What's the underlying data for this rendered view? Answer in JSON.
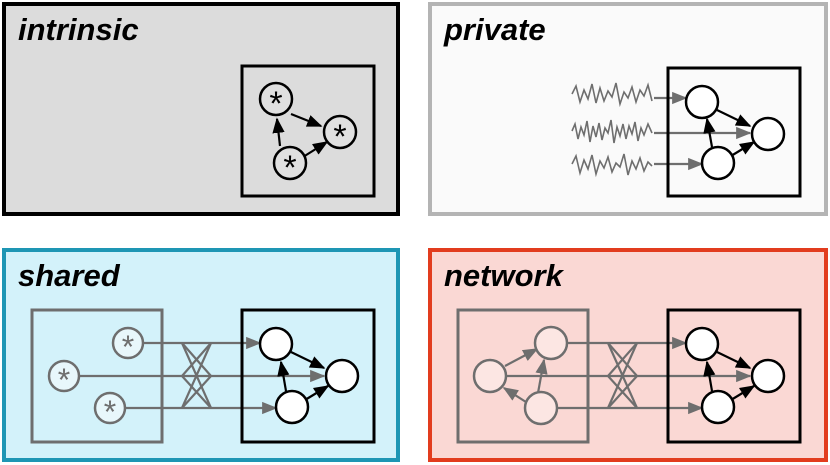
{
  "colors": {
    "intrinsic_bg": "#dcdcdc",
    "intrinsic_border": "#000000",
    "private_bg": "#fafafa",
    "private_border": "#b4b4b4",
    "shared_bg": "#d3f2fa",
    "shared_border": "#1e96b4",
    "network_bg": "#fad8d4",
    "network_border": "#e23c1e",
    "ink": "#000000",
    "gray_ink": "#6e6e6e"
  },
  "panels": {
    "intrinsic": {
      "title": "intrinsic",
      "node_glyph": "*"
    },
    "private": {
      "title": "private"
    },
    "shared": {
      "title": "shared",
      "node_glyph": "*"
    },
    "network": {
      "title": "network"
    }
  },
  "icons": [
    "asterisk-node-icon",
    "neuron-node-icon",
    "noise-trace-icon",
    "arrow-icon"
  ]
}
